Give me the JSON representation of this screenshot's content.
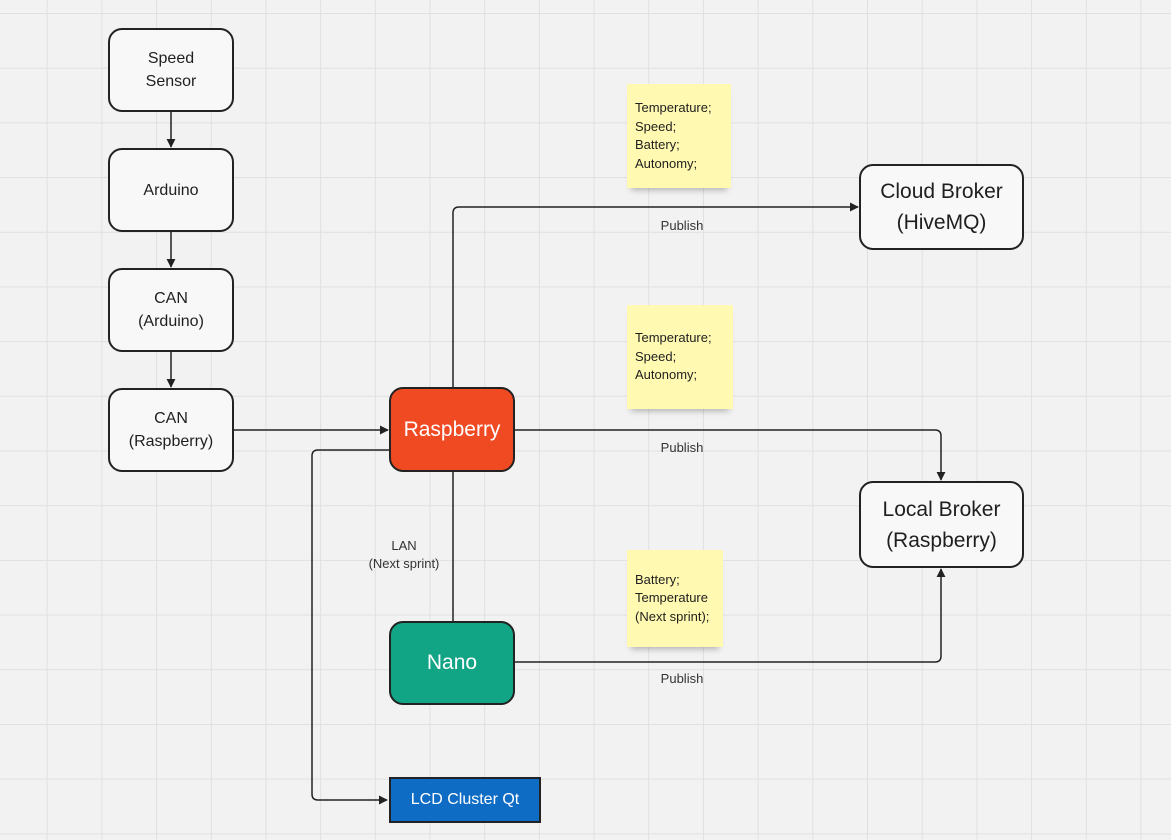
{
  "nodes": {
    "speed_sensor": {
      "lines": [
        "Speed",
        "Sensor"
      ]
    },
    "arduino": {
      "lines": [
        "Arduino"
      ]
    },
    "can_arduino": {
      "lines": [
        "CAN",
        "(Arduino)"
      ]
    },
    "can_raspberry": {
      "lines": [
        "CAN",
        "(Raspberry)"
      ]
    },
    "raspberry": {
      "label": "Raspberry",
      "color": "#f04a23"
    },
    "nano": {
      "label": "Nano",
      "color": "#11a585"
    },
    "lcd_cluster": {
      "label": "LCD Cluster Qt",
      "color": "#0f6cc4"
    },
    "cloud_broker": {
      "lines": [
        "Cloud Broker",
        "(HiveMQ)"
      ]
    },
    "local_broker": {
      "lines": [
        "Local Broker",
        "(Raspberry)"
      ]
    }
  },
  "notes": {
    "cloud_payload": {
      "lines": [
        "Temperature;",
        "Speed;",
        "Battery;",
        "Autonomy;"
      ],
      "color": "#fff9b1"
    },
    "local_payload": {
      "lines": [
        "Temperature;",
        "Speed;",
        "Autonomy;"
      ],
      "color": "#fff9b1"
    },
    "nano_payload": {
      "lines": [
        "Battery;",
        "Temperature",
        "(Next sprint);"
      ],
      "color": "#fff9b1"
    }
  },
  "edges": {
    "publish_cloud": "Publish",
    "publish_local": "Publish",
    "publish_nano": "Publish",
    "lan": [
      "LAN",
      "(Next sprint)"
    ]
  }
}
